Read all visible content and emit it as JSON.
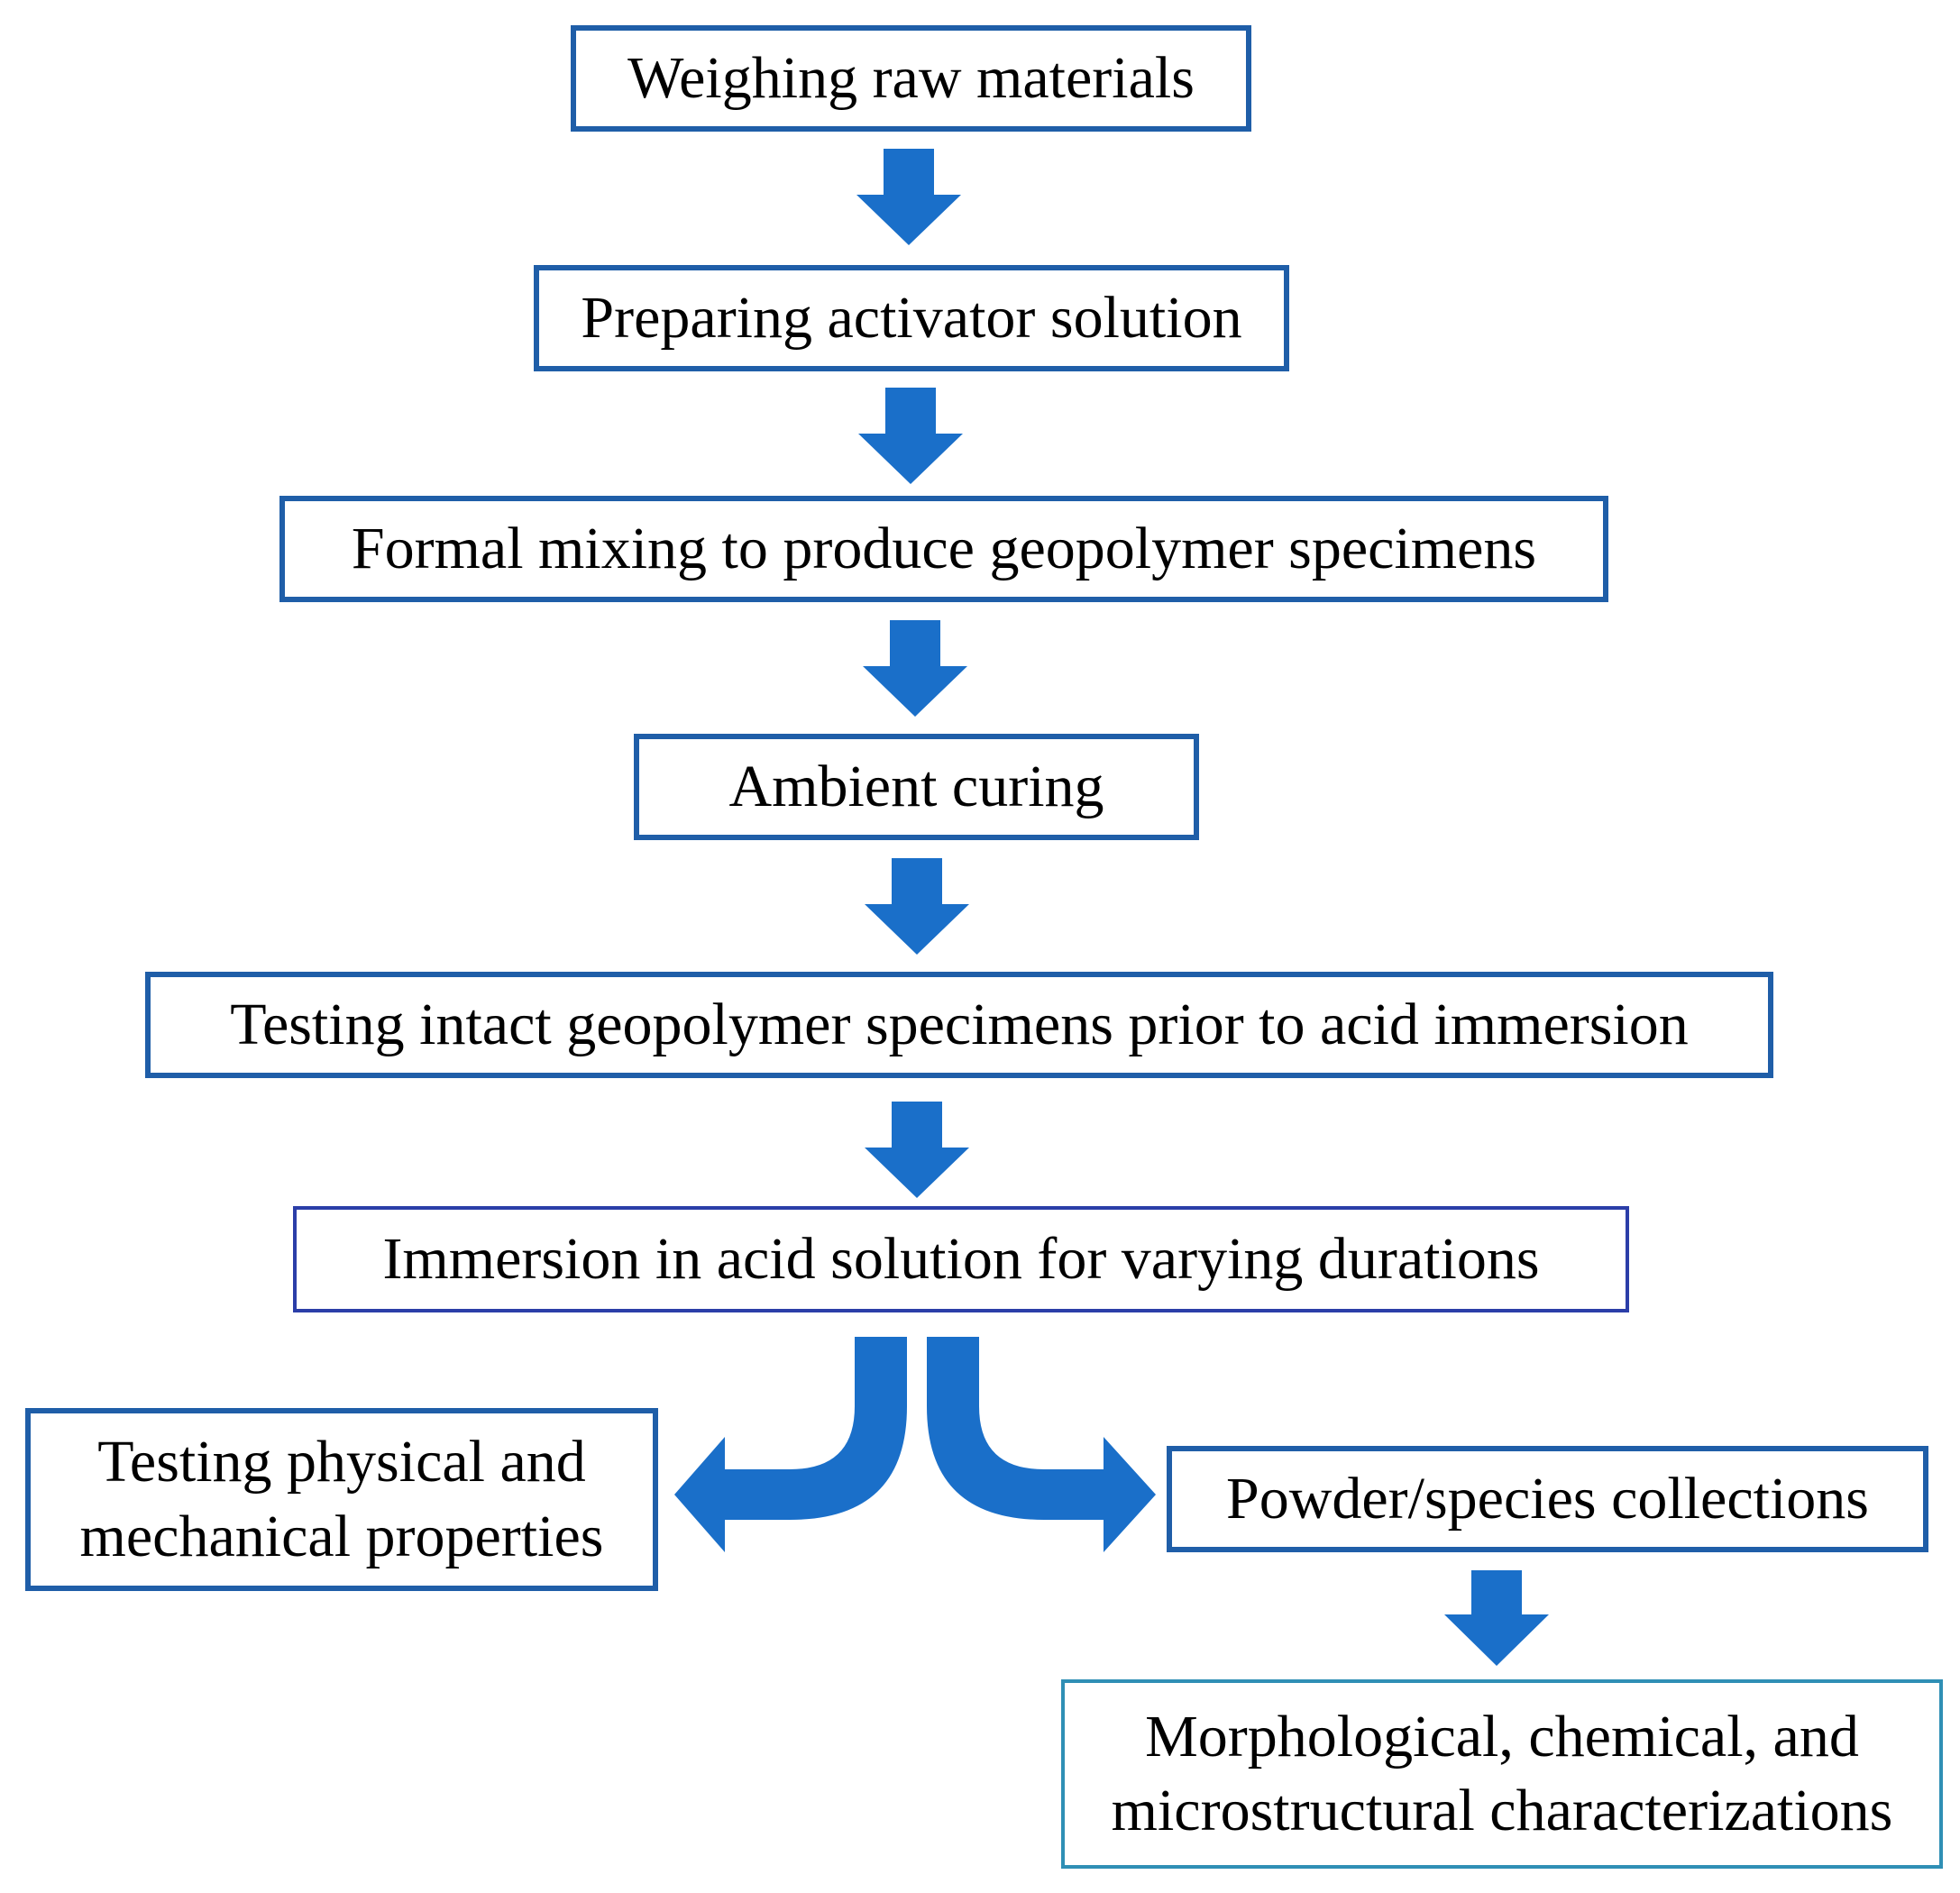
{
  "steps": {
    "weighing": "Weighing raw materials",
    "activator": "Preparing activator solution",
    "mixing": "Formal mixing to produce geopolymer specimens",
    "curing": "Ambient curing",
    "testing_intact": "Testing intact geopolymer specimens prior to acid immersion",
    "immersion": "Immersion in acid solution for varying durations",
    "testing_physical": "Testing physical and\nmechanical properties",
    "powder": "Powder/species collections",
    "characterizations": "Morphological, chemical, and\nmicrostructural characterizations"
  },
  "colors": {
    "arrow": "#1a6fc9",
    "box_border": "#1f5ea8"
  }
}
